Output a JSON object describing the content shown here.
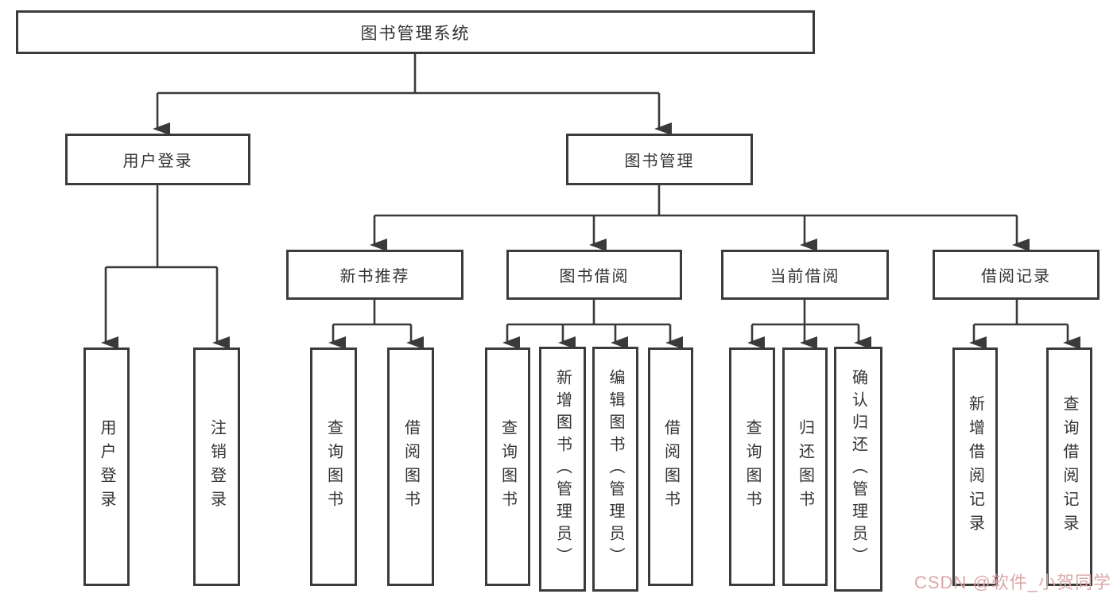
{
  "diagram": {
    "root": {
      "label": "图书管理系统"
    },
    "level2": {
      "user_login": {
        "label": "用户登录"
      },
      "book_mgmt": {
        "label": "图书管理"
      }
    },
    "level3": {
      "new_book_rec": {
        "label": "新书推荐"
      },
      "book_borrow": {
        "label": "图书借阅"
      },
      "current_borrow": {
        "label": "当前借阅"
      },
      "borrow_record": {
        "label": "借阅记录"
      }
    },
    "leaves": {
      "user_login": [
        "用户登录",
        "注销登录"
      ],
      "new_book_rec": [
        "查询图书",
        "借阅图书"
      ],
      "book_borrow": [
        "查询图书",
        "新增图书（管理员）",
        "编辑图书（管理员）",
        "借阅图书"
      ],
      "current_borrow": [
        "查询图书",
        "归还图书",
        "确认归还（管理员）"
      ],
      "borrow_record": [
        "新增借阅记录",
        "查询借阅记录"
      ]
    }
  },
  "watermark": {
    "text": "CSDN @软件_小贺同学",
    "color": "#D9A3A3"
  },
  "colors": {
    "line": "#3A3A3A",
    "box_border": "#3B3B3B",
    "text": "#333333",
    "background": "#FFFFFF"
  }
}
